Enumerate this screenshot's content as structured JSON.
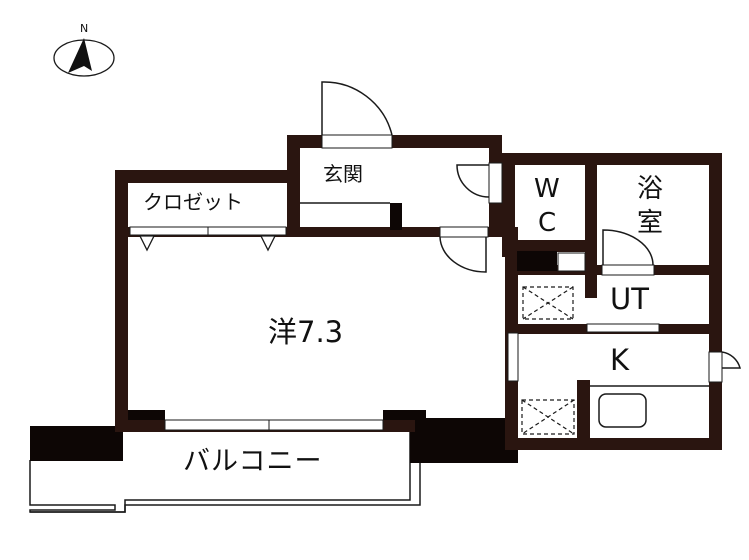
{
  "colors": {
    "wall": "#2a1510",
    "wall_dark": "#0d0605",
    "line": "#1a1a1a",
    "background": "#ffffff"
  },
  "compass": {
    "label": "N",
    "icon": "north-arrow-icon"
  },
  "rooms": {
    "entrance": {
      "label": "玄関"
    },
    "closet": {
      "label": "クロゼット"
    },
    "western_room": {
      "label": "洋7.3"
    },
    "wc": {
      "line1": "W",
      "line2": "C"
    },
    "bathroom": {
      "line1": "浴",
      "line2": "室"
    },
    "utility": {
      "label": "UT"
    },
    "kitchen": {
      "label": "K"
    },
    "balcony": {
      "label": "バルコニー"
    }
  },
  "fixtures": {
    "washer_space": "washer-pan-icon",
    "fridge_space": "fridge-space-icon",
    "sink": "sink-icon"
  }
}
